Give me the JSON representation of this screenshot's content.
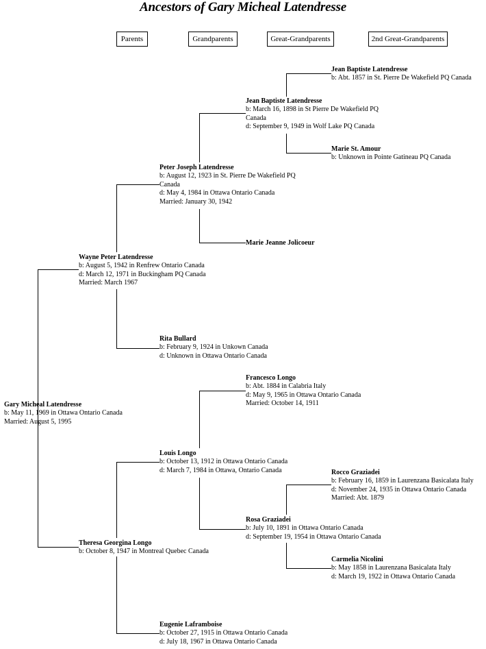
{
  "title": "Ancestors of Gary Micheal Latendresse",
  "headers": {
    "parents": "Parents",
    "grandparents": "Grandparents",
    "great_grandparents": "Great-Grandparents",
    "second_great_grandparents": "2nd Great-Grandparents"
  },
  "people": {
    "gary": {
      "name": "Gary Micheal Latendresse",
      "lines": [
        "b: May 11, 1969 in Ottawa Ontario Canada",
        "Married: August 5, 1995"
      ]
    },
    "wayne": {
      "name": "Wayne Peter Latendresse",
      "lines": [
        "b: August 5, 1942 in Renfrew Ontario Canada",
        "d: March 12, 1971 in Buckingham PQ Canada",
        "Married: March 1967"
      ]
    },
    "theresa": {
      "name": "Theresa Georgina Longo",
      "lines": [
        "b: October 8, 1947 in  Montreal Quebec Canada"
      ]
    },
    "peter": {
      "name": "Peter Joseph Latendresse",
      "lines": [
        "b: August 12, 1923 in St. Pierre De Wakefield PQ",
        "Canada",
        "d: May 4, 1984 in Ottawa Ontario Canada",
        "Married: January 30, 1942"
      ]
    },
    "rita": {
      "name": "Rita Bullard",
      "lines": [
        "b: February 9, 1924 in Unkown Canada",
        "d: Unknown in Ottawa Ontario Canada"
      ]
    },
    "louis": {
      "name": "Louis Longo",
      "lines": [
        "b: October 13, 1912 in Ottawa Ontario Canada",
        "d: March 7, 1984 in Ottawa, Ontario Canada"
      ]
    },
    "eugenie": {
      "name": "Eugenie Laframboise",
      "lines": [
        "b: October 27, 1915 in Ottawa Ontario Canada",
        "d: July 18, 1967 in Ottawa Ontario Canada"
      ]
    },
    "jb2": {
      "name": "Jean Baptiste Latendresse",
      "lines": [
        "b: March 16, 1898 in St Pierre De Wakefield PQ",
        "Canada",
        "d: September 9, 1949 in Wolf Lake PQ Canada"
      ]
    },
    "marie_jeanne": {
      "name": "Marie Jeanne Jolicoeur",
      "lines": []
    },
    "francesco": {
      "name": "Francesco Longo",
      "lines": [
        "b: Abt. 1884 in Calabria Italy",
        "d: May 9, 1965 in Ottawa Ontario Canada",
        "Married: October 14, 1911"
      ]
    },
    "rosa": {
      "name": "Rosa Graziadei",
      "lines": [
        "b: July 10, 1891 in Ottawa Ontario Canada",
        "d: September 19, 1954 in Ottawa Ontario Canada"
      ]
    },
    "jb1": {
      "name": "Jean Baptiste Latendresse",
      "lines": [
        "b: Abt. 1857 in St. Pierre De Wakefield PQ Canada"
      ]
    },
    "marie_st_amour": {
      "name": "Marie St. Amour",
      "lines": [
        "b: Unknown in Pointe Gatineau PQ Canada"
      ]
    },
    "rocco": {
      "name": "Rocco Graziadei",
      "lines": [
        "b: February 16, 1859 in Laurenzana Basicalata Italy",
        "d: November 24, 1935 in Ottawa Ontario Canada",
        "Married: Abt. 1879"
      ]
    },
    "carmelia": {
      "name": "Carmelia Nicolini",
      "lines": [
        "b: May 1858 in Laurenzana Basicalata Italy",
        "d: March 19, 1922 in Ottawa Ontario Canada"
      ]
    }
  }
}
